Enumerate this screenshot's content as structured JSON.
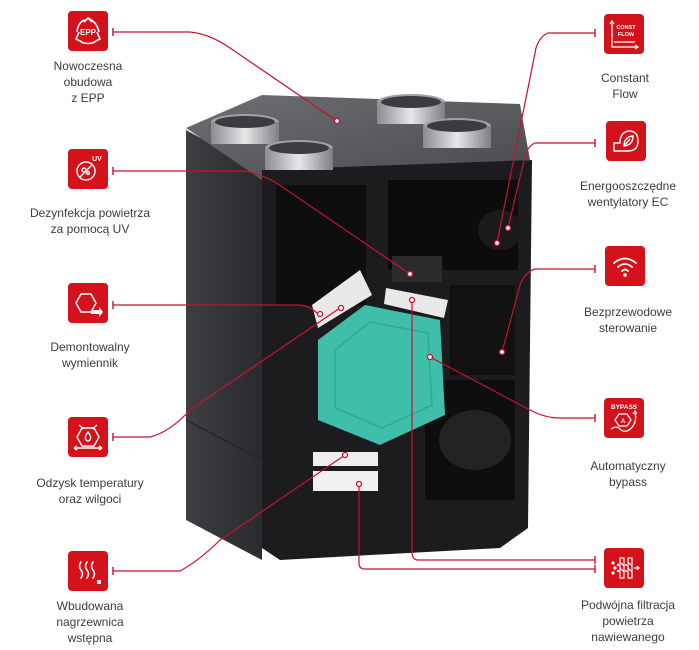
{
  "diagram": {
    "accent_color": "#d4121c",
    "features_left": [
      {
        "id": "epp",
        "icon": "recycle-epp-icon",
        "icon_text": "EPP",
        "label": "Nowoczesna\nobudowa\nz EPP"
      },
      {
        "id": "uv",
        "icon": "uv-disinfection-icon",
        "icon_text": "UV",
        "label": "Dezynfekcja powietrza\nza pomocą UV"
      },
      {
        "id": "exchanger",
        "icon": "removable-exchanger-icon",
        "icon_text": "",
        "label": "Demontowalny\nwymiennik"
      },
      {
        "id": "recovery",
        "icon": "heat-moisture-recovery-icon",
        "icon_text": "",
        "label": "Odzysk temperatury\noraz wilgoci"
      },
      {
        "id": "preheater",
        "icon": "preheater-icon",
        "icon_text": "",
        "label": "Wbudowana\nnagrzewnica\nwstępna"
      }
    ],
    "features_right": [
      {
        "id": "constflow",
        "icon": "constant-flow-icon",
        "icon_text": "CONST\nFLOW",
        "label": "Constant\nFlow"
      },
      {
        "id": "ecfans",
        "icon": "ec-fan-leaf-icon",
        "icon_text": "",
        "label": "Energooszczędne\nwentylatory EC"
      },
      {
        "id": "wireless",
        "icon": "wifi-icon",
        "icon_text": "",
        "label": "Bezprzewodowe\nsterowanie"
      },
      {
        "id": "bypass",
        "icon": "bypass-icon",
        "icon_text": "BYPASS",
        "icon_subtext": "A",
        "label": "Automatyczny\nbypass"
      },
      {
        "id": "filtration",
        "icon": "double-filter-icon",
        "icon_text": "",
        "label": "Podwójna filtracja\npowietrza\nnawiewanego"
      }
    ]
  }
}
